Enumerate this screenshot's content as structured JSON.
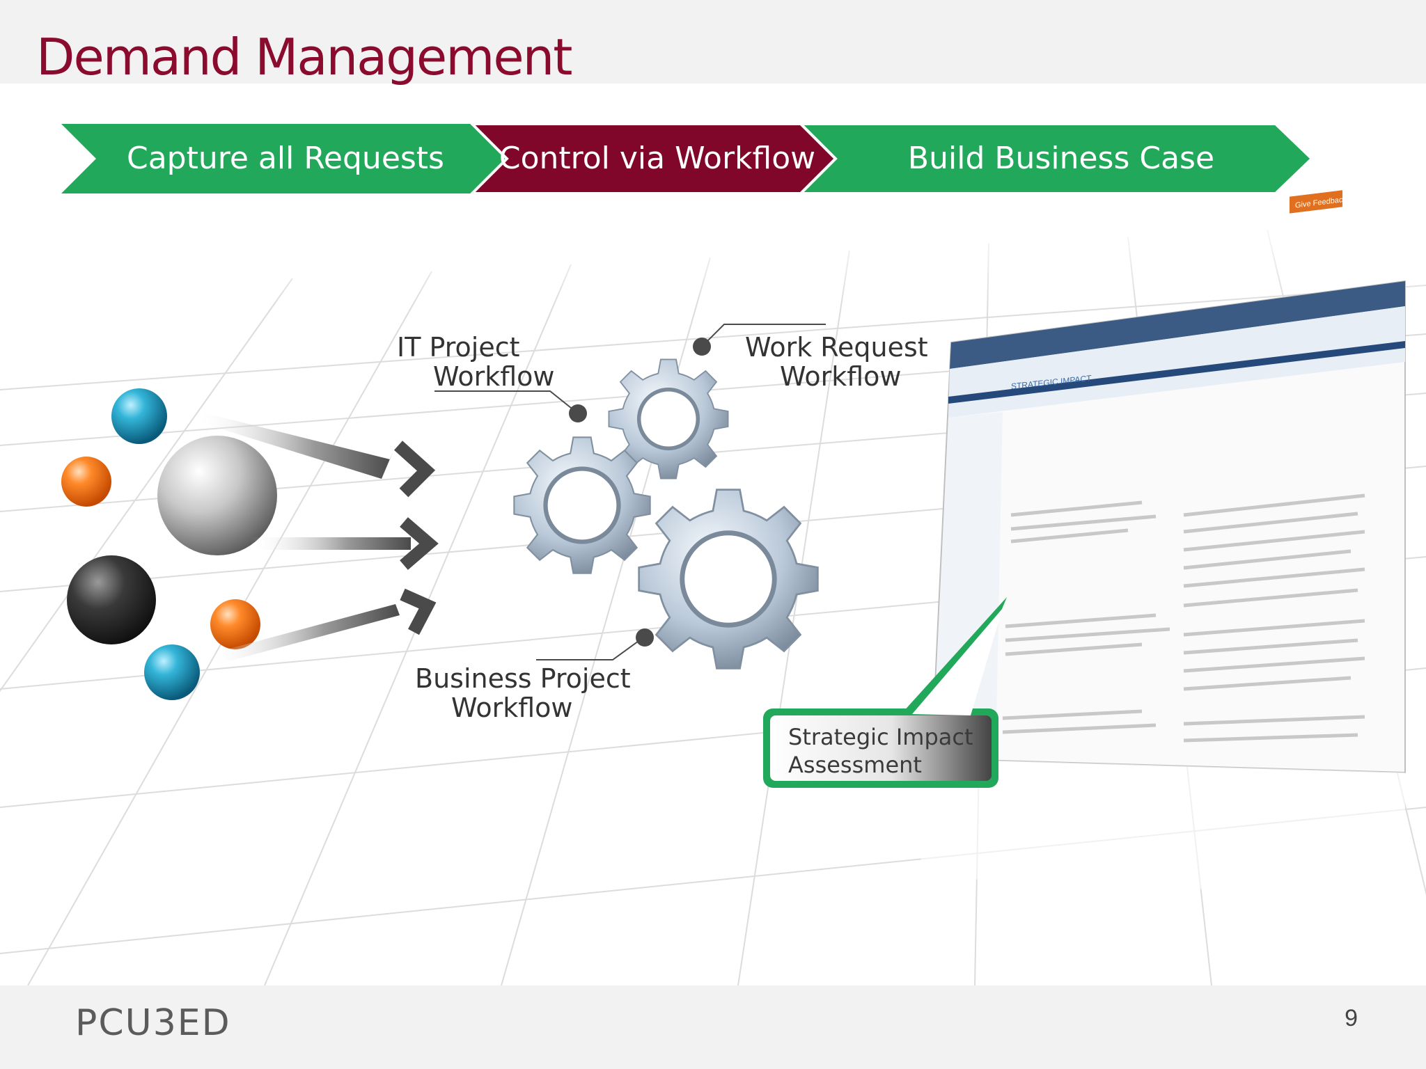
{
  "slide": {
    "title": "Demand Management",
    "page_number": "9",
    "logo": "PCU3ED"
  },
  "steps": [
    {
      "label": "Capture all Requests",
      "color": "#22a85a",
      "active": false
    },
    {
      "label": "Control via Workflow",
      "color": "#80062a",
      "active": true
    },
    {
      "label": "Build Business Case",
      "color": "#22a85a",
      "active": false
    }
  ],
  "workflows": {
    "it_project": [
      "IT Project",
      "Workflow"
    ],
    "work_request": [
      "Work Request",
      "Workflow"
    ],
    "business_project": [
      "Business Project",
      "Workflow"
    ]
  },
  "callout": {
    "lines": [
      "Strategic Impact",
      "Assessment"
    ],
    "border_color": "#22a85a"
  },
  "screenshot": {
    "section_heading": "STRATEGIC IMPACT",
    "button_label": "Give Feedback"
  },
  "icons": [
    "sphere-icon",
    "arrow-icon",
    "gear-icon"
  ]
}
